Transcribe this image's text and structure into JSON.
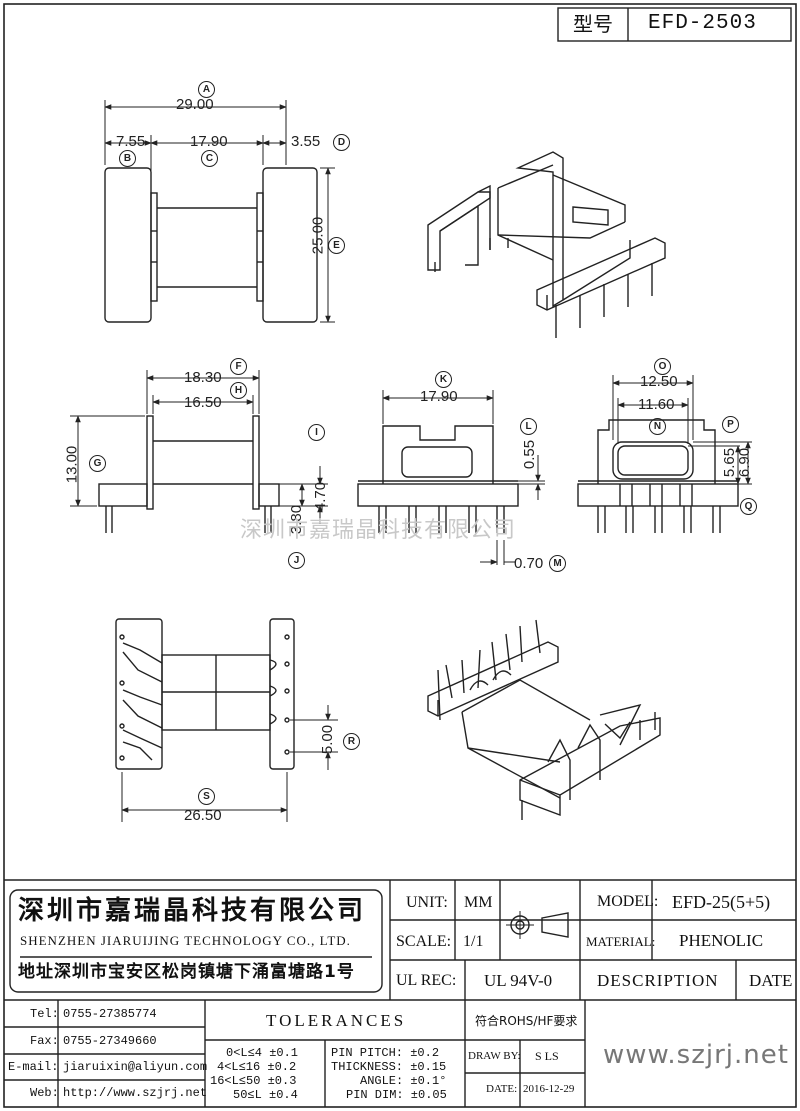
{
  "header": {
    "model_label": "型号",
    "model_value": "EFD-2503"
  },
  "dimensions": {
    "A_val": "29.00",
    "B_val": "7.55",
    "C_val": "17.90",
    "D_val": "3.55",
    "E_val": "25.00",
    "F_val": "18.30",
    "H_val": "16.50",
    "G_val": "13.00",
    "I_val": "4.70",
    "J_val": "3.80",
    "K_val": "17.90",
    "L_val": "0.55",
    "M_val": "0.70",
    "O_val": "12.50",
    "N_val": "11.60",
    "P_val": "5.65",
    "Q_val": "6.90",
    "R_val": "5.00",
    "S_val": "26.50"
  },
  "labels": {
    "A": "A",
    "B": "B",
    "C": "C",
    "D": "D",
    "E": "E",
    "F": "F",
    "G": "G",
    "H": "H",
    "I": "I",
    "J": "J",
    "K": "K",
    "L": "L",
    "M": "M",
    "N": "N",
    "O": "O",
    "P": "P",
    "Q": "Q",
    "R": "R",
    "S": "S"
  },
  "watermark": "深圳市嘉瑞晶科技有限公司",
  "company": {
    "name_cn": "深圳市嘉瑞晶科技有限公司",
    "name_en": "SHENZHEN JIARUIJING TECHNOLOGY CO., LTD.",
    "address": "地址深圳市宝安区松岗镇塘下涌富塘路1号"
  },
  "title_block": {
    "unit_label": "UNIT:",
    "unit_value": "MM",
    "scale_label": "SCALE:",
    "scale_value": "1/1",
    "model_label": "MODEL:",
    "model_value": "EFD-25(5+5)",
    "material_label": "MATERIAL:",
    "material_value": "PHENOLIC",
    "ul_label": "UL REC:",
    "ul_value": "UL 94V-0",
    "description_label": "DESCRIPTION",
    "date_header": "DATE",
    "tel_label": "Tel:",
    "tel_value": "0755-27385774",
    "fax_label": "Fax:",
    "fax_value": "0755-27349660",
    "email_label": "E-mail:",
    "email_value": "jiaruixin@aliyun.com",
    "web_label": "Web:",
    "web_value": "http://www.szjrj.net",
    "tolerances_title": "TOLERANCES",
    "tol_1": "0<L≤4 ±0.1",
    "tol_2": "4<L≤16 ±0.2",
    "tol_3": "16<L≤50 ±0.3",
    "tol_4": "50≤L ±0.4",
    "pin_pitch": "PIN PITCH: ±0.2",
    "thickness": "THICKNESS: ±0.15",
    "angle": "ANGLE: ±0.1°",
    "pin_dim": "PIN DIM: ±0.05",
    "rohs": "符合ROHS/HF要求",
    "draw_by_label": "DRAW BY:",
    "draw_by_value": "S LS",
    "date_label": "DATE:",
    "date_value": "2016-12-29",
    "website_big": "www.szjrj.net"
  }
}
